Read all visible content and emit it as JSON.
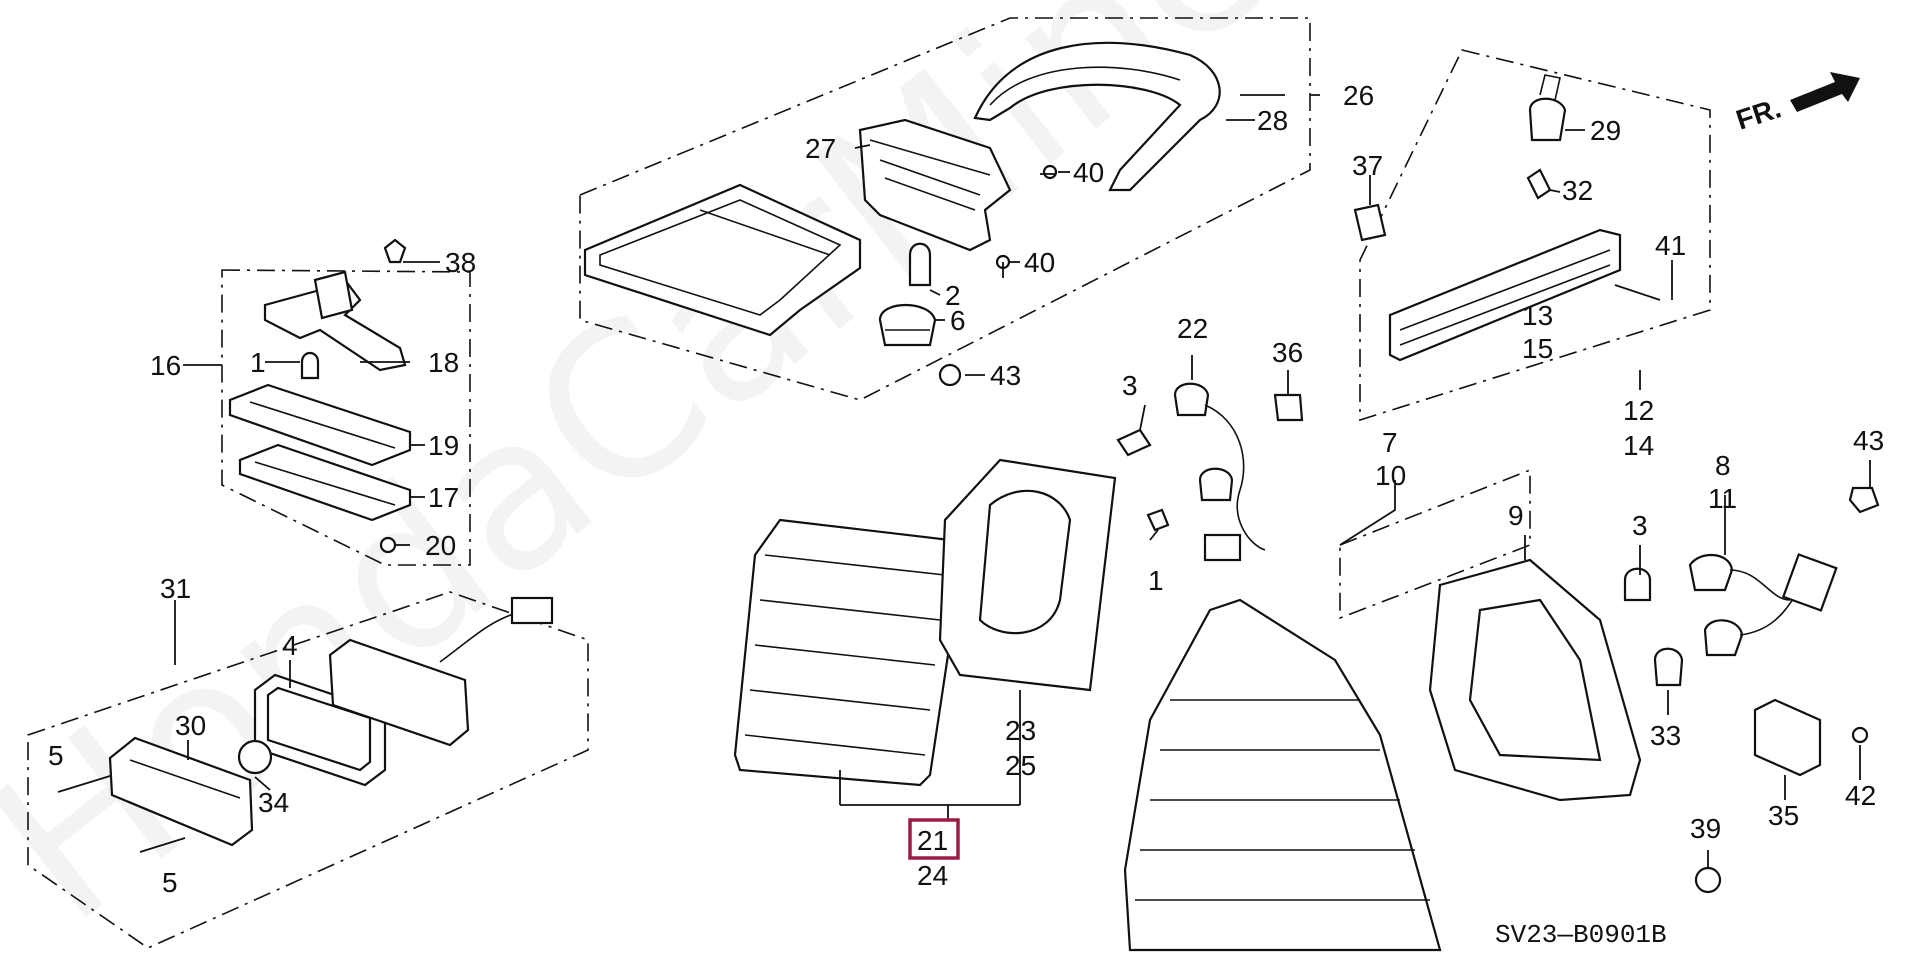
{
  "diagram": {
    "code": "SV23—B0901B",
    "watermark": "HondaCarMine.ru",
    "direction_label": "FR.",
    "highlighted_part": "21",
    "labels": {
      "l1a": "1",
      "l1b": "1",
      "l2": "2",
      "l3a": "3",
      "l3b": "3",
      "l4": "4",
      "l5a": "5",
      "l5b": "5",
      "l6": "6",
      "l7": "7",
      "l8": "8",
      "l9": "9",
      "l10": "10",
      "l11": "11",
      "l12": "12",
      "l13": "13",
      "l14": "14",
      "l15": "15",
      "l16": "16",
      "l17": "17",
      "l18": "18",
      "l19": "19",
      "l20": "20",
      "l21": "21",
      "l22": "22",
      "l23": "23",
      "l24": "24",
      "l25": "25",
      "l26": "26",
      "l27": "27",
      "l28": "28",
      "l29": "29",
      "l30": "30",
      "l31": "31",
      "l32": "32",
      "l33": "33",
      "l34": "34",
      "l35": "35",
      "l36": "36",
      "l37": "37",
      "l38": "38",
      "l39": "39",
      "l40a": "40",
      "l40b": "40",
      "l41": "41",
      "l42": "42",
      "l43a": "43",
      "l43b": "43"
    }
  }
}
